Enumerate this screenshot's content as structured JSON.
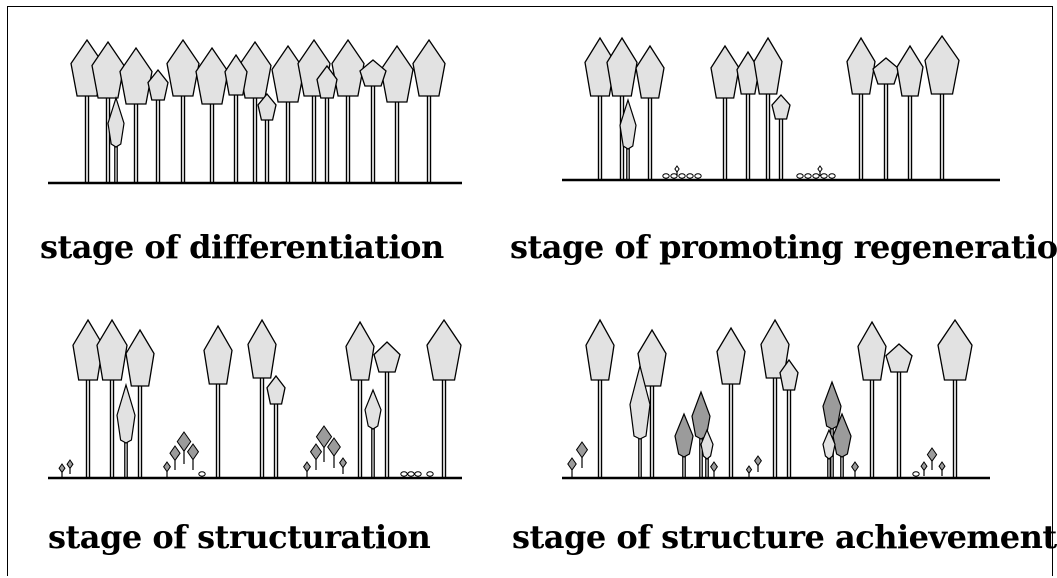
{
  "panels": [
    {
      "id": "p1",
      "caption": "stage of differentiation"
    },
    {
      "id": "p2",
      "caption": "stage of promoting regeneration"
    },
    {
      "id": "p3",
      "caption": "stage of structuration"
    },
    {
      "id": "p4",
      "caption": "stage of structure achievement"
    }
  ],
  "colors": {
    "light": "#e2e2e2",
    "dark": "#9b9b9b",
    "stroke": "#000000"
  }
}
